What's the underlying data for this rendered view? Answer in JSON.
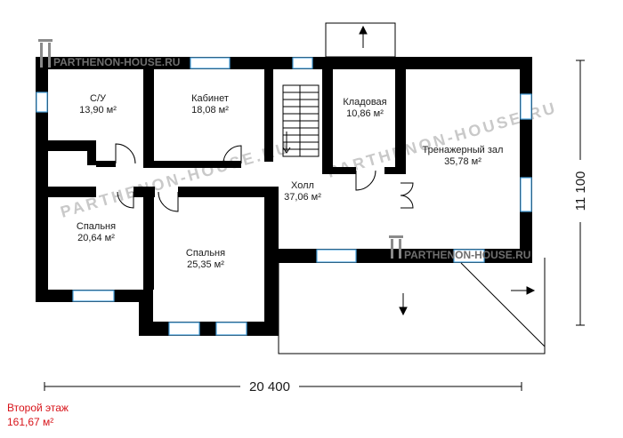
{
  "watermark": {
    "brand": "PARTHENON-HOUSE.RU"
  },
  "rooms": [
    {
      "name": "С/У",
      "area": "13,90 м²"
    },
    {
      "name": "Кабинет",
      "area": "18,08 м²"
    },
    {
      "name": "Кладовая",
      "area": "10,86 м²"
    },
    {
      "name": "Тренажерный зал",
      "area": "35,78 м²"
    },
    {
      "name": "Холл",
      "area": "37,06 м²"
    },
    {
      "name": "Спальня",
      "area": "20,64 м²"
    },
    {
      "name": "Спальня",
      "area": "25,35 м²"
    }
  ],
  "dimensions": {
    "width": "20 400",
    "depth": "11 100"
  },
  "floor": {
    "title": "Второй этаж",
    "area": "161,67 м²"
  },
  "colors": {
    "wall": "#000000",
    "window": "#4aa3df",
    "caption": "#d8141a"
  }
}
